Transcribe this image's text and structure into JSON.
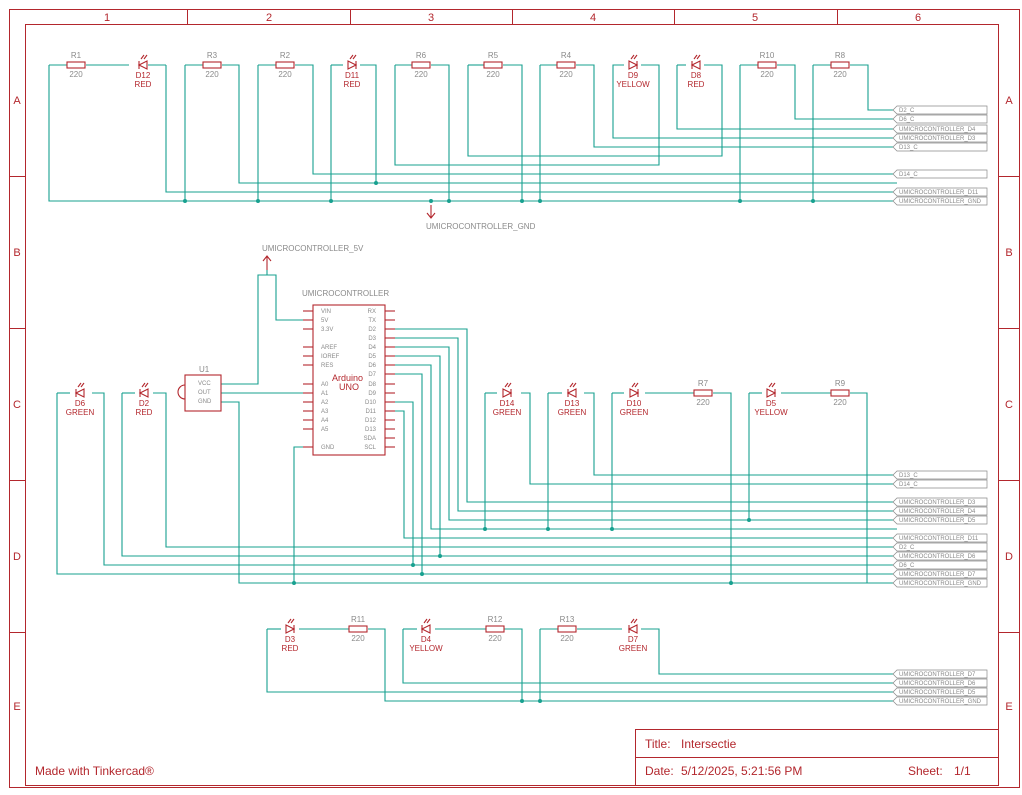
{
  "frame": {
    "columns": [
      "1",
      "2",
      "3",
      "4",
      "5",
      "6"
    ],
    "rows": [
      "A",
      "B",
      "C",
      "D",
      "E"
    ]
  },
  "title_block": {
    "title_label": "Title:",
    "title_value": "Intersectie",
    "date_label": "Date:",
    "date_value": "5/12/2025, 5:21:56 PM",
    "sheet_label": "Sheet:",
    "sheet_value": "1/1"
  },
  "footer": {
    "made_with": "Made with Tinkercad®"
  },
  "power": {
    "gnd": "UMICROCONTROLLER_GND",
    "vcc": "UMICROCONTROLLER_5V"
  },
  "resistors": [
    {
      "name": "R1",
      "value": "220"
    },
    {
      "name": "R3",
      "value": "220"
    },
    {
      "name": "R2",
      "value": "220"
    },
    {
      "name": "R6",
      "value": "220"
    },
    {
      "name": "R5",
      "value": "220"
    },
    {
      "name": "R4",
      "value": "220"
    },
    {
      "name": "R10",
      "value": "220"
    },
    {
      "name": "R8",
      "value": "220"
    },
    {
      "name": "R7",
      "value": "220"
    },
    {
      "name": "R9",
      "value": "220"
    },
    {
      "name": "R11",
      "value": "220"
    },
    {
      "name": "R12",
      "value": "220"
    },
    {
      "name": "R13",
      "value": "220"
    }
  ],
  "leds": [
    {
      "name": "D12",
      "color": "RED"
    },
    {
      "name": "D11",
      "color": "RED"
    },
    {
      "name": "D9",
      "color": "YELLOW"
    },
    {
      "name": "D8",
      "color": "RED"
    },
    {
      "name": "D6",
      "color": "GREEN"
    },
    {
      "name": "D2",
      "color": "RED"
    },
    {
      "name": "D14",
      "color": "GREEN"
    },
    {
      "name": "D13",
      "color": "GREEN"
    },
    {
      "name": "D10",
      "color": "GREEN"
    },
    {
      "name": "D5",
      "color": "YELLOW"
    },
    {
      "name": "D3",
      "color": "RED"
    },
    {
      "name": "D4",
      "color": "YELLOW"
    },
    {
      "name": "D7",
      "color": "GREEN"
    }
  ],
  "u1": {
    "name": "U1",
    "pins": [
      "VCC",
      "OUT",
      "GND"
    ]
  },
  "mcu": {
    "name": "UMICROCONTROLLER",
    "label1": "Arduino",
    "label2": "UNO",
    "left_pins": [
      "VIN",
      "5V",
      "3.3V",
      "AREF",
      "IOREF",
      "RES",
      "A0",
      "A1",
      "A2",
      "A3",
      "A4",
      "A5",
      "GND"
    ],
    "right_pins": [
      "RX",
      "TX",
      "D2",
      "D3",
      "D4",
      "D5",
      "D6",
      "D7",
      "D8",
      "D9",
      "D10",
      "D11",
      "D12",
      "D13",
      "SDA",
      "SCL"
    ]
  },
  "nets_a": [
    "D2_C",
    "D6_C",
    "UMICROCONTROLLER_D4",
    "UMICROCONTROLLER_D3",
    "D13_C",
    "D14_C",
    "UMICROCONTROLLER_D11",
    "UMICROCONTROLLER_GND"
  ],
  "nets_cd": [
    "D13_C",
    "D14_C",
    "UMICROCONTROLLER_D3",
    "UMICROCONTROLLER_D4",
    "UMICROCONTROLLER_D5",
    "UMICROCONTROLLER_D11",
    "D2_C",
    "UMICROCONTROLLER_D6",
    "D6_C",
    "UMICROCONTROLLER_D7",
    "UMICROCONTROLLER_GND"
  ],
  "nets_e": [
    "UMICROCONTROLLER_D7",
    "UMICROCONTROLLER_D6",
    "UMICROCONTROLLER_D5",
    "UMICROCONTROLLER_GND"
  ]
}
